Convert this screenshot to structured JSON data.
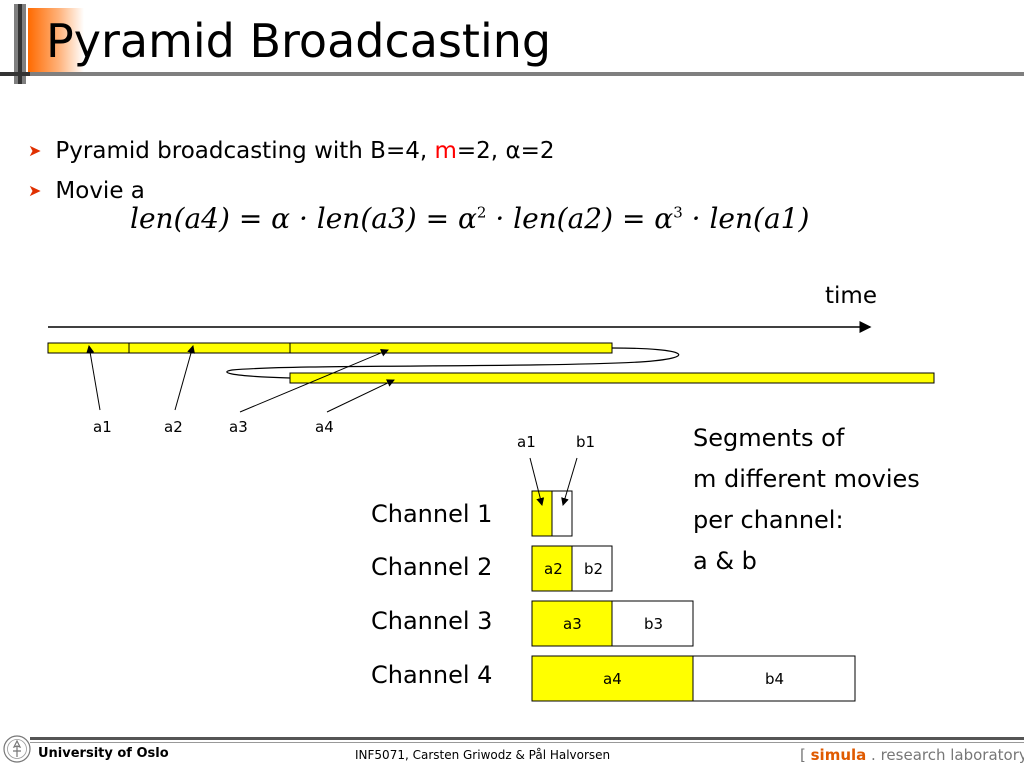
{
  "header": {
    "title": "Pyramid Broadcasting"
  },
  "bullets": [
    {
      "prefix": "Pyramid broadcasting with B=4, ",
      "m_letter": "m",
      "mid": "=2, ",
      "alpha": "α",
      "suffix": "=2"
    },
    {
      "text": "Movie a"
    }
  ],
  "formula": {
    "f1": "len(a4) = α · len(a3) = α",
    "e1": "2",
    "f2": " · len(a2) = α",
    "e2": "3",
    "f3": " · len(a1)"
  },
  "diagram": {
    "time_label": "time",
    "segment_labels": [
      "a1",
      "a2",
      "a3",
      "a4"
    ],
    "top_labels": [
      "a1",
      "b1"
    ],
    "channels": [
      {
        "name": "Channel 1",
        "a": "",
        "b": ""
      },
      {
        "name": "Channel 2",
        "a": "a2",
        "b": "b2"
      },
      {
        "name": "Channel 3",
        "a": "a3",
        "b": "b3"
      },
      {
        "name": "Channel 4",
        "a": "a4",
        "b": "b4"
      }
    ],
    "note_lines": [
      "Segments of",
      "m different movies",
      "per channel:",
      "a & b"
    ],
    "colors": {
      "segment_fill": "#ffff00",
      "outline": "#000000"
    }
  },
  "footer": {
    "university": "University of Oslo",
    "course": "INF5071,  Carsten Griwodz & Pål Halvorsen",
    "lab_open": "[ ",
    "lab_brand": "simula",
    "lab_rest": " . research laboratory ]"
  }
}
